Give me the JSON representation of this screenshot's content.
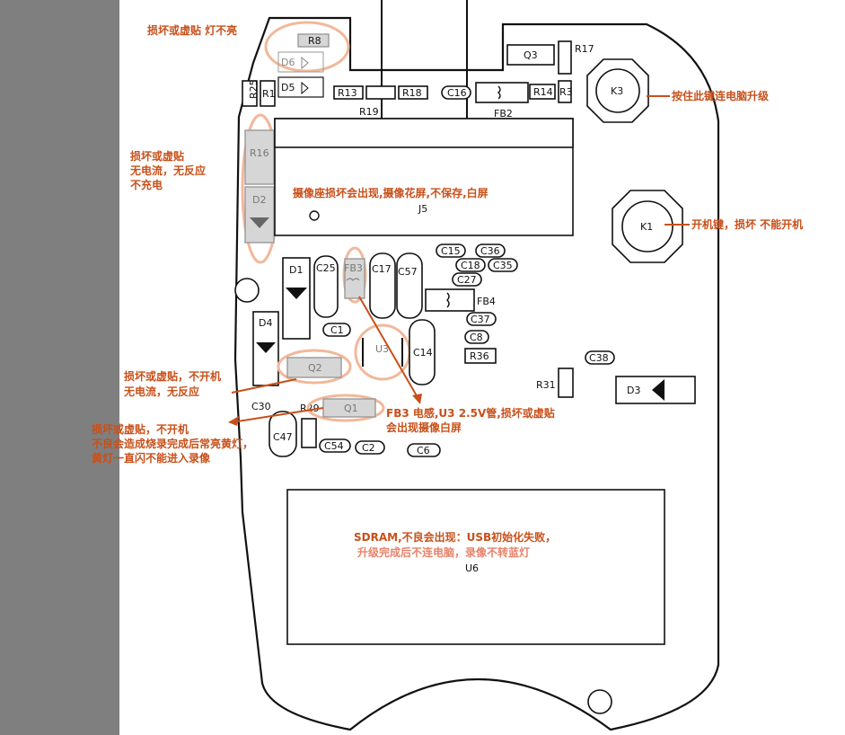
{
  "components": {
    "r8": "R8",
    "d6": "D6",
    "d5": "D5",
    "r25": "R25",
    "r1": "R1",
    "r13": "R13",
    "r18": "R18",
    "r19": "R19",
    "c16": "C16",
    "fb2": "FB2",
    "q3": "Q3",
    "r17": "R17",
    "r14": "R14",
    "r3": "R3",
    "k3": "K3",
    "r16": "R16",
    "d2": "D2",
    "j5": "J5",
    "k1": "K1",
    "d1": "D1",
    "c25": "C25",
    "fb3": "FB3",
    "c17": "C17",
    "c57": "C57",
    "c15": "C15",
    "c36": "C36",
    "c18": "C18",
    "c35": "C35",
    "c27": "C27",
    "fb4": "FB4",
    "c37": "C37",
    "c8": "C8",
    "r36": "R36",
    "c38": "C38",
    "c1": "C1",
    "u3": "U3",
    "c14": "C14",
    "d4": "D4",
    "q2": "Q2",
    "r31": "R31",
    "d3": "D3",
    "c30": "C30",
    "r29": "R29",
    "q1": "Q1",
    "c47": "C47",
    "c54": "C54",
    "c2": "C2",
    "c6": "C6",
    "u6": "U6"
  },
  "notes": {
    "r8_note": "损坏或虚贴 灯不亮",
    "k3_note": "按住此键连电脑升级",
    "r16_note_1": "损坏或虚贴",
    "r16_note_2": "无电流，无反应",
    "r16_note_3": "不充电",
    "j5_note": "摄像座损坏会出现,摄像花屏,不保存,白屏",
    "k1_note": "开机键，损坏 不能开机",
    "q2_note_1": "损坏或虚贴，不开机",
    "q2_note_2": "无电流，无反应",
    "q1_note_1": "损坏或虚贴，不开机",
    "q1_note_2": "不良会造成烧录完成后常亮黄灯，",
    "q1_note_3": "黄灯一直闪不能进入录像",
    "fb3_note_1": "FB3 电感,U3 2.5V管,损坏或虚贴",
    "fb3_note_2": "会出现摄像白屏",
    "u6_note_1": "SDRAM,不良会出现：USB初始化失败，",
    "u6_note_2": "升级完成后不连电脑，录像不转蓝灯"
  }
}
